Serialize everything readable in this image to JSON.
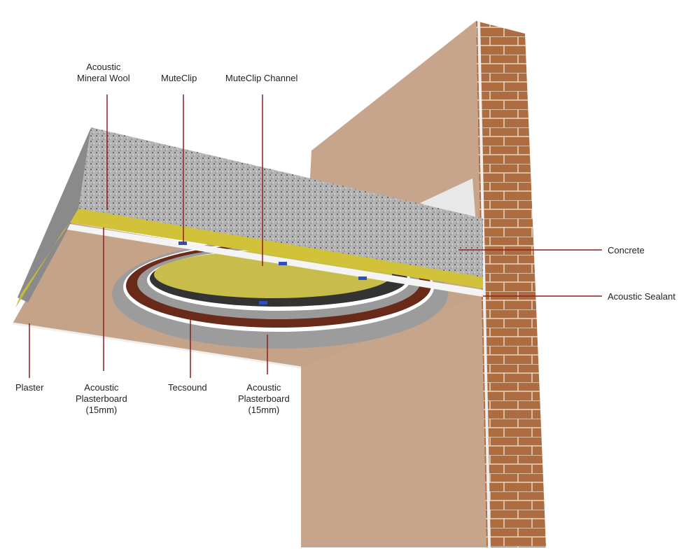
{
  "labels": {
    "mineral_wool": [
      "Acoustic",
      "Mineral Wool"
    ],
    "muteclip": "MuteClip",
    "muteclip_channel": "MuteClip Channel",
    "concrete": "Concrete",
    "sealant": "Acoustic Sealant",
    "plaster": "Plaster",
    "plasterboard_1": [
      "Acoustic",
      "Plasterboard",
      "(15mm)"
    ],
    "tecsound": "Tecsound",
    "plasterboard_2": [
      "Acoustic",
      "Plasterboard",
      "(15mm)"
    ]
  },
  "colors": {
    "leader": "#8b1f1f",
    "wall": "#c8a68e",
    "brick": "#a8693e",
    "concrete": "#a9a9a9",
    "wool": "#d2c23a"
  }
}
